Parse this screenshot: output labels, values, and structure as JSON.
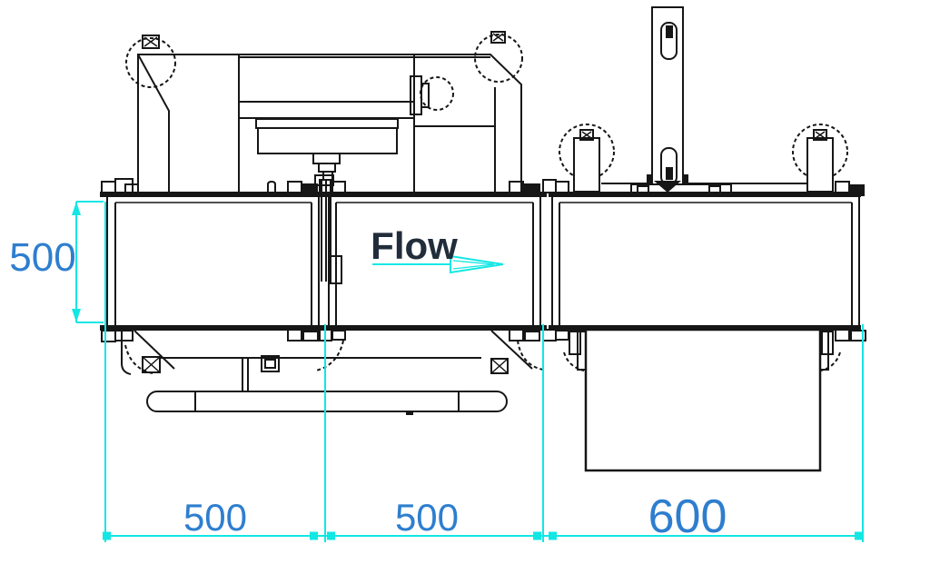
{
  "drawing": {
    "flow_label": "Flow",
    "dimensions": {
      "tank_height": "500",
      "section_left_width": "500",
      "section_middle_width": "500",
      "section_right_width": "600"
    },
    "colors": {
      "line": "#161616",
      "dim_line": "#12e7e4",
      "dim_text": "#2e7ecf",
      "flow_text": "#212d3b",
      "background": "#ffffff"
    }
  }
}
